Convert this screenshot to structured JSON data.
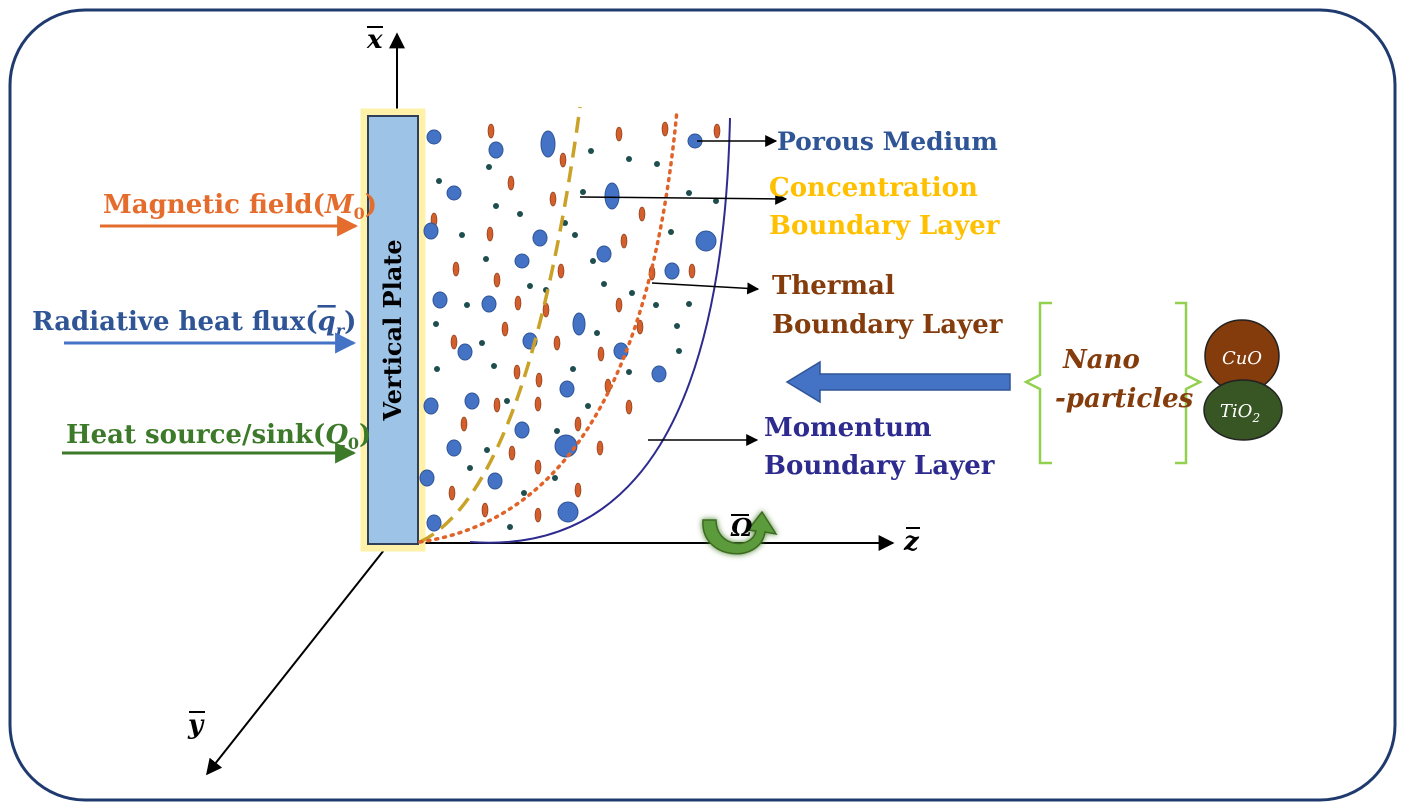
{
  "axes": {
    "x_label": "x",
    "y_label": "y",
    "z_label": "z",
    "rotation_label": "Ω"
  },
  "plate": {
    "label": "Vertical Plate"
  },
  "inputs": {
    "magnetic": {
      "text": "Magnetic field(",
      "sym": "M",
      "sub": "0",
      "close": ")"
    },
    "radiative": {
      "text": "Radiative heat flux(",
      "sym": "q",
      "sub": "r",
      "close": ")"
    },
    "heat": {
      "text": "Heat source/sink(",
      "sym": "Q",
      "sub": "0",
      "close": ")"
    }
  },
  "labels": {
    "porous": "Porous Medium",
    "conc_1": "Concentration",
    "conc_2": "Boundary Layer",
    "thermal_1": "Thermal",
    "thermal_2": "Boundary Layer",
    "momentum_1": "Momentum",
    "momentum_2": "Boundary Layer"
  },
  "nano": {
    "line1": "Nano",
    "line2": "-particles",
    "cuo": "CuO",
    "tio2_main": "TiO",
    "tio2_sub": "2"
  },
  "colors": {
    "frame": "#1f3a6e",
    "plate_fill": "#9dc3e6",
    "plate_glow": "#fff2a8",
    "blue_particle": "#4472c4",
    "orange_particle": "#d35f2c",
    "dark_particle": "#1f4e4e",
    "concentration": "#c9a227",
    "thermal": "#e0632a",
    "momentum": "#2e2b8f",
    "magnetic": "#e46c2c",
    "radiative": "#2f5597",
    "heat": "#3c7a2a",
    "porous_text": "#2f5597",
    "conc_text": "#ffc000",
    "thermal_text": "#843c0c",
    "momentum_text": "#2e2b8f",
    "nano_text": "#843c0c",
    "bracket": "#92d050",
    "big_arrow": "#4472c4",
    "cuo": "#843c0c",
    "tio2": "#375623",
    "rotation": "#5b9b3a"
  }
}
